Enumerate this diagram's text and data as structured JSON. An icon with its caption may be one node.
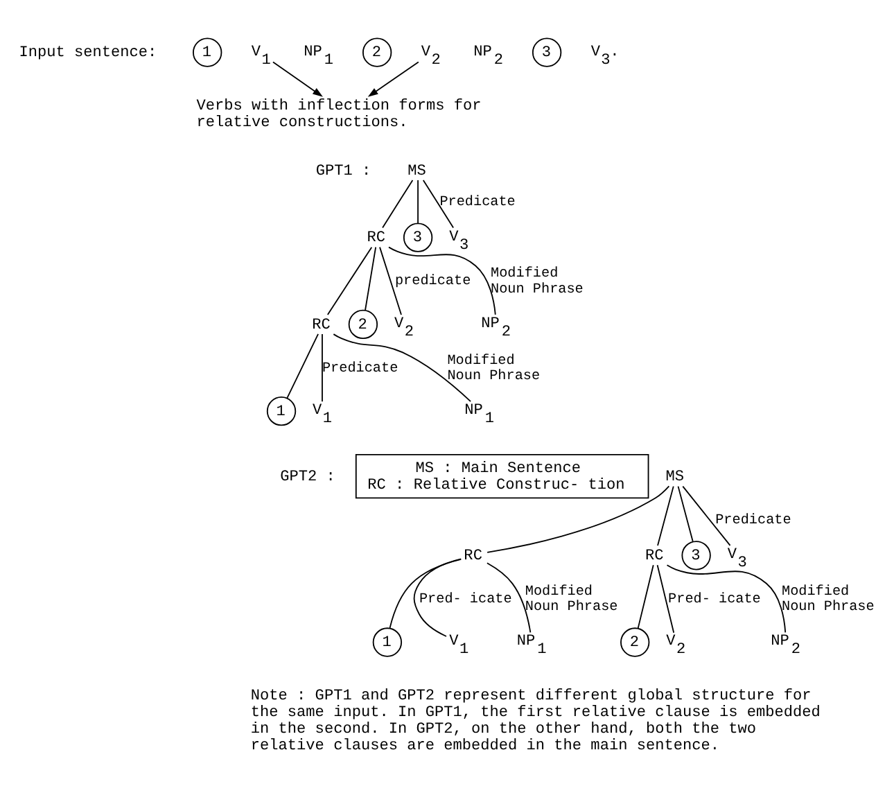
{
  "diagram": {
    "nodes": [
      {
        "text": [
          "1"
        ]
      },
      {
        "text": [
          "V$_{1}$"
        ]
      },
      {
        "text": [
          "2"
        ]
      },
      {
        "text": [
          "V$_{2}$"
        ]
      },
      {
        "text": [
          "3"
        ]
      },
      {
        "text": [
          "Verbs with inflection forms for relative constructions."
        ]
      },
      {
        "text": [
          "MS"
        ]
      },
      {
        "text": [
          "RC"
        ]
      },
      {
        "text": [
          "3"
        ]
      },
      {
        "text": [
          "V$_{3}$"
        ]
      },
      {
        "text": [
          "RC"
        ]
      },
      {
        "text": [
          "2"
        ]
      },
      {
        "text": [
          "V$_{2}$"
        ]
      },
      {
        "text": [
          "NP$_{2}$"
        ]
      },
      {
        "text": [
          "1"
        ]
      },
      {
        "text": [
          "V$_{1}$"
        ]
      },
      {
        "text": [
          "NP$_{1}$"
        ]
      },
      {
        "text": [
          "MS : Main Sentence",
          "RC : Relative Construc- tion"
        ]
      },
      {
        "text": [
          "MS"
        ]
      },
      {
        "text": [
          "RC"
        ]
      },
      {
        "text": [
          "RC"
        ]
      },
      {
        "text": [
          "3"
        ]
      },
      {
        "text": [
          "V$_{3}$"
        ]
      },
      {
        "text": [
          "1"
        ]
      },
      {
        "text": [
          "V$_{1}$"
        ]
      },
      {
        "text": [
          "NP$_{1}$"
        ]
      },
      {
        "text": [
          "2"
        ]
      },
      {
        "text": [
          "V$_{2}$"
        ]
      },
      {
        "text": [
          "NP$_{2}$"
        ]
      }
    ],
    "edges": [
      {
        "from": 1,
        "to": 5,
        "arrow": "to"
      },
      {
        "from": 3,
        "to": 5,
        "arrow": "to"
      },
      {
        "from": 6,
        "to": 7,
        "arrow": "none"
      },
      {
        "from": 6,
        "to": 8,
        "arrow": "none"
      },
      {
        "from": 6,
        "to": 9,
        "arrow": "none",
        "label": "Predicate"
      },
      {
        "from": 7,
        "to": 10,
        "arrow": "none"
      },
      {
        "from": 7,
        "to": 11,
        "arrow": "none"
      },
      {
        "from": 7,
        "to": 12,
        "arrow": "none",
        "label": "predicate"
      },
      {
        "from": 7,
        "to": 13,
        "arrow": "none",
        "label": "Modified Noun Phrase"
      },
      {
        "from": 10,
        "to": 14,
        "arrow": "none"
      },
      {
        "from": 10,
        "to": 15,
        "arrow": "none",
        "label": "Predicate"
      },
      {
        "from": 10,
        "to": 16,
        "arrow": "none",
        "label": "Modified Noun Phrase"
      },
      {
        "from": 18,
        "to": 19,
        "arrow": "none"
      },
      {
        "from": 18,
        "to": 20,
        "arrow": "none"
      },
      {
        "from": 18,
        "to": 21,
        "arrow": "none"
      },
      {
        "from": 18,
        "to": 22,
        "arrow": "none",
        "label": "Predicate"
      },
      {
        "from": 19,
        "to": 23,
        "arrow": "none"
      },
      {
        "from": 19,
        "to": 24,
        "arrow": "none",
        "label": "Pred- icate"
      },
      {
        "from": 19,
        "to": 25,
        "arrow": "none",
        "label": "Modified Noun Phrase"
      },
      {
        "from": 20,
        "to": 26,
        "arrow": "none"
      },
      {
        "from": 20,
        "to": 27,
        "arrow": "none",
        "label": "Pred- icate"
      },
      {
        "from": 20,
        "to": 28,
        "arrow": "none",
        "label": "Modified Noun Phrase"
      }
    ],
    "labels": [
      "Input sentence:",
      "NP$_{1}$",
      "NP$_{2}$",
      "V$_{3}$.",
      "GPT1 :",
      "GPT2 :",
      "Note : GPT1 and GPT2 represent different global structure for the same input. In GPT1, the first relative clause is embedded in the second. In GPT2, on the other hand, both the two relative clauses are embedded in the main sentence."
    ]
  }
}
